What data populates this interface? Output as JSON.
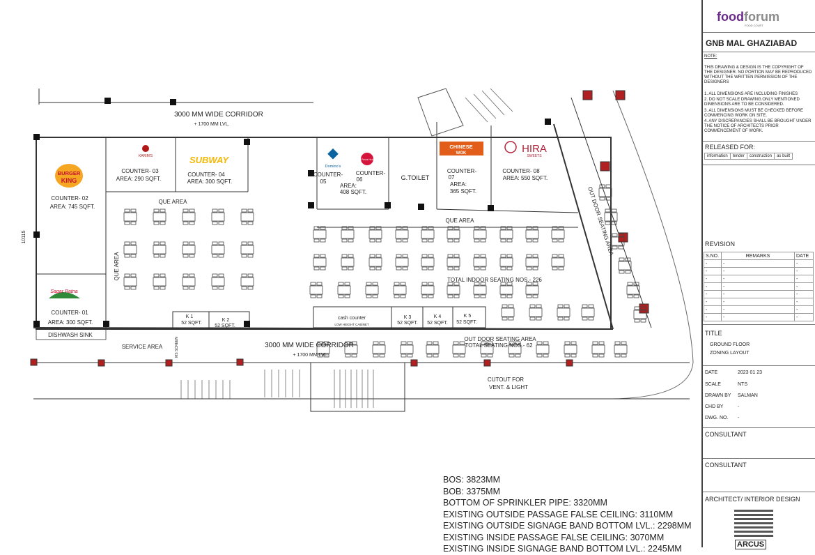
{
  "brand": {
    "name_food": "food",
    "name_forum": "forum",
    "tagline": "FOOD COURT",
    "name_color": "#6a2a8a"
  },
  "project": {
    "title": "GNB MAL GHAZIABAD"
  },
  "note": {
    "heading": "NOTE:",
    "copyright": "THIS DRAWING & DESIGN IS THE COPYRIGHT OF THE DESIGNER. NO PORTION MAY BE REPRODUCED WITHOUT THE WRITTEN PERMISSION OF THE DESIGNERS",
    "items": [
      "1. ALL DIMENSIONS ARE INCLUDING FINISHES",
      "2. DO NOT SCALE DRAWING.ONLY MENTIONED DIMENSIONS ARE TO BE CONSIDERED.",
      "3. ALL DIMENSIONS MUST BE CHECKED BEFORE COMMENCING WORK ON SITE.",
      "4. ANY DISCREPANCIES SHALL BE BROUGHT UNDER THE NOTICE OF ARCHITECTS PRIOR COMMENCEMENT OF WORK."
    ]
  },
  "released": {
    "heading": "RELEASED FOR:",
    "options": [
      "information",
      "tender",
      "construction",
      "as built"
    ]
  },
  "revision": {
    "heading": "REVISION",
    "cols": [
      "S.NO.",
      "REMARKS",
      "DATE"
    ],
    "row_mark": "-"
  },
  "title_block": {
    "heading": "TITLE",
    "title_l1": "GROUND FLOOR",
    "title_l2": "ZONING LAYOUT",
    "date_label": "DATE",
    "date": "2023 01 23",
    "scale_label": "SCALE",
    "scale": "NTS",
    "drawn_label": "DRAWN BY",
    "drawn": "SALMAN",
    "chd_label": "CHD BY",
    "chd": "-",
    "dwg_label": "DWG. NO.",
    "dwg": "-",
    "consultant1": "CONSULTANT",
    "consultant2": "CONSULTANT",
    "architect": "ARCHITECT/ INTERIOR DESIGN",
    "arch_firm": "ARCUS"
  },
  "plan": {
    "corridor_top": "3000 MM WIDE CORRIDOR",
    "corridor_top_lvl": "+ 1700 MM LVL.",
    "corridor_bottom": "3000 MM WIDE CORRIDOR",
    "corridor_bottom_lvl": "+ 1700 MM LVL.",
    "c2_name": "COUNTER- 02",
    "c2_area": "AREA: 745 SQFT.",
    "c2_brand_l1": "BURGER",
    "c2_brand_l2": "KING",
    "c3_name": "COUNTER- 03",
    "c3_area": "AREA: 290 SQFT.",
    "c3_brand": "KARIM'S",
    "c4_name": "COUNTER- 04",
    "c4_area": "AREA: 300 SQFT.",
    "c4_brand": "SUBWAY",
    "c5_name": "COUNTER-",
    "c5_num": "05",
    "c5_brand": "Domino's",
    "c6_name": "COUNTER-",
    "c6_num": "06",
    "c6_area_l1": "AREA:",
    "c6_area_l2": "408 SQFT.",
    "c6_brand": "Pizza Hut",
    "toilet": "G.TOILET",
    "c7_name": "COUNTER-",
    "c7_num": "07",
    "c7_area_l1": "AREA:",
    "c7_area_l2": "365 SQFT.",
    "c7_brand_l1": "CHINESE",
    "c7_brand_l2": "WOK",
    "c8_name": "COUNTER- 08",
    "c8_area": "AREA: 550 SQFT.",
    "c8_brand": "HIRA",
    "c8_brand_sub": "SWEETS",
    "c1_name": "COUNTER- 01",
    "c1_area": "AREA: 300 SQFT.",
    "c1_brand": "Sagar Ratna",
    "que_area": "QUE AREA",
    "que_area2": "QUE AREA",
    "que_area_vert": "QUE AREA",
    "indoor_total": "TOTAL INDOOR SEATING NOS.- 226",
    "outdoor_label": "OUT DOOR SEATING AREA",
    "outdoor_total": "TOTAL SEATING NOS.- 62",
    "outdoor_vert": "OUT DOOR SEATING AREA",
    "cash_counter": "cash counter",
    "low_cabinet": "LOW HEIGHT CABINET",
    "k1": "K 1",
    "k1_area": "52 SQFT.",
    "k2": "K 2",
    "k2_area": "52 SQFT.",
    "k3": "K 3",
    "k3_area": "52 SQFT.",
    "k4": "K 4",
    "k4_area": "52 SQFT.",
    "k5": "K 5",
    "k5_area": "52 SQFT.",
    "dishwash": "DISHWASH SINK",
    "service": "SERVICE AREA",
    "ms_screen": "MS SCREEN",
    "cutout_l1": "CUTOUT FOR",
    "cutout_l2": "VENT. & LIGHT",
    "dim_side": "10115"
  },
  "levels": [
    "BOS: 3823MM",
    "BOB: 3375MM",
    "BOTTOM OF SPRINKLER PIPE: 3320MM",
    "EXISTING OUTSIDE PASSAGE FALSE CEILING: 3110MM",
    "EXISTING OUTSIDE SIGNAGE BAND BOTTOM LVL.: 2298MM",
    "EXISTING INSIDE PASSAGE FALSE CEILING: 3070MM",
    "EXISTING INSIDE SIGNAGE BAND BOTTOM LVL.: 2245MM"
  ]
}
